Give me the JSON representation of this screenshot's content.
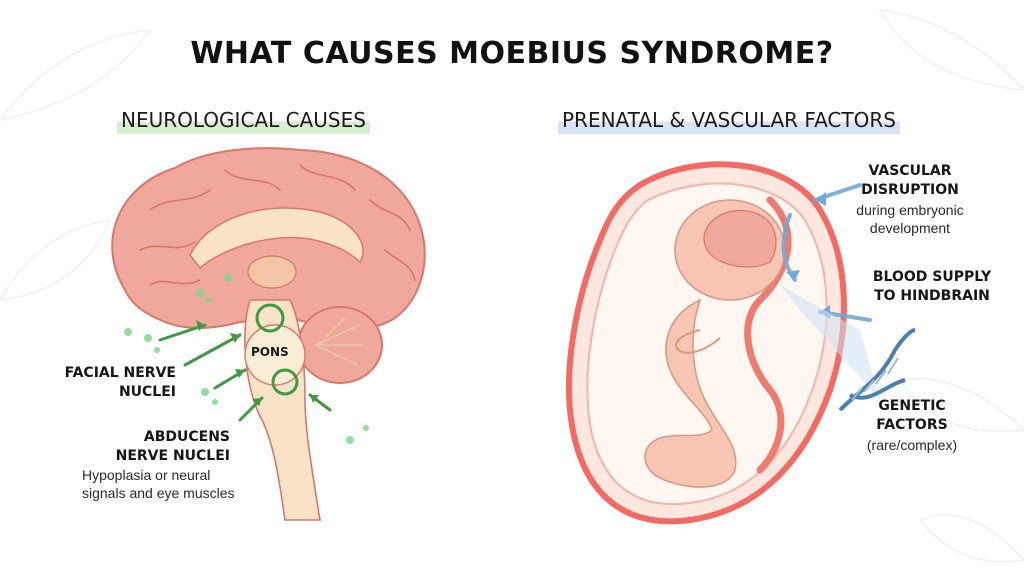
{
  "title": "WHAT CAUSES MOEBIUS SYNDROME?",
  "sections": {
    "neurological": "NEUROLOGICAL CAUSES",
    "prenatal": "PRENATAL & VASCULAR FACTORS"
  },
  "labels": {
    "pons": "PONS",
    "facial_line1": "FACIAL NERVE",
    "facial_line2": "NUCLEI",
    "abducens_line1": "ABDUCENS",
    "abducens_line2": "NERVE NUCLEI",
    "abducens_desc1": "Hypoplasia or neural",
    "abducens_desc2": "signals and eye muscles",
    "vascular_line1": "VASCULAR",
    "vascular_line2": "DISRUPTION",
    "vascular_desc1": "during embryonic",
    "vascular_desc2": "development",
    "blood_line1": "BLOOD SUPPLY",
    "blood_line2": "TO HINDBRAIN",
    "genetic_line1": "GENETIC",
    "genetic_line2": "FACTORS",
    "genetic_desc": "(rare/complex)"
  },
  "colors": {
    "brain": "#f0a79c",
    "brain_dark": "#d9776b",
    "brainstem": "#f8e3c6",
    "arrow_green": "#3f9a43",
    "glow_green": "#7fd98a",
    "uterus": "#f26a62",
    "fetus": "#f7c5b2",
    "vascular_blue": "#6fa9d8",
    "dna_blue": "#4a7fb5"
  }
}
